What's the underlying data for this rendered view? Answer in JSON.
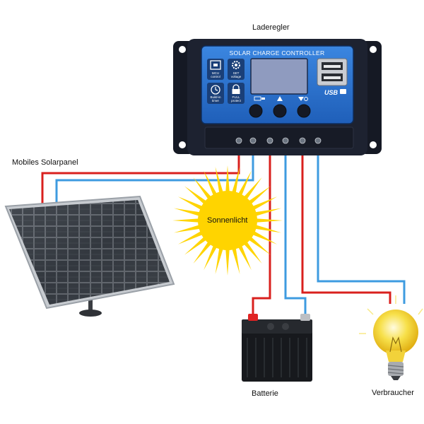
{
  "labels": {
    "controller": "Laderegler",
    "panel": "Mobiles Solarpanel",
    "sun": "Sonnenlicht",
    "battery": "Batterie",
    "load": "Verbraucher"
  },
  "controller": {
    "title": "SOLAR CHARGE CONTROLLER",
    "icons": [
      {
        "name": "mcu-icon",
        "label_lines": [
          "MCU",
          "control"
        ]
      },
      {
        "name": "gear-icon",
        "label_lines": [
          "SET",
          "voltage"
        ]
      },
      {
        "name": "clock-icon",
        "label_lines": [
          "Build-in",
          "timer"
        ]
      },
      {
        "name": "lock-icon",
        "label_lines": [
          "FULL",
          "protect"
        ]
      }
    ],
    "usb_label": "USB",
    "buttons": [
      "menu-button",
      "up-button",
      "down-button"
    ]
  },
  "colors": {
    "positive_wire": "#d9201e",
    "negative_wire": "#3e9be0",
    "controller_body": "#1d2230",
    "controller_face": "#2a6fc9",
    "lcd": "#8f9bbf",
    "sun": "#ffd400",
    "bulb": "#f4d321"
  }
}
